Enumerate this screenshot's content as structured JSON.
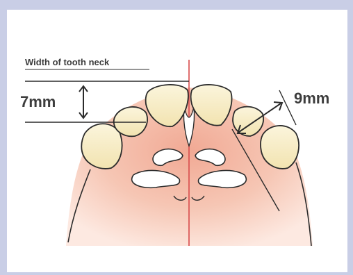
{
  "labels": {
    "neck_width": "Width of tooth neck",
    "height_value": "7mm",
    "gap_value": "9mm"
  },
  "colors": {
    "background_band": "#c9cee6",
    "panel": "#ffffff",
    "gum": "#f4c5b3",
    "tooth": "#f8efc9",
    "outline": "#2b2b2b",
    "midline": "#d84b4b"
  }
}
